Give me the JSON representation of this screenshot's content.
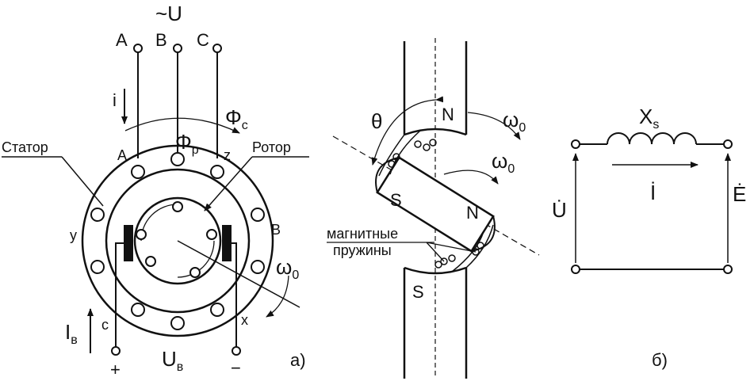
{
  "figure_a": {
    "supply_label": "~U",
    "phase_a": "A",
    "phase_b": "B",
    "phase_c": "C",
    "current_i": "i",
    "flux_p_symbol": "Φ",
    "flux_p_sub": "р",
    "flux_c_symbol": "Φ",
    "flux_c_sub": "с",
    "stator_label": "Статор",
    "rotor_label": "Ротор",
    "winding_a": "A",
    "winding_z": "z",
    "winding_y": "y",
    "winding_b": "B",
    "winding_c": "c",
    "winding_x": "x",
    "omega_symbol": "ω",
    "omega_sub": "0",
    "excitation_current_symbol": "I",
    "excitation_current_sub": "в",
    "excitation_voltage_symbol": "U",
    "excitation_voltage_sub": "в",
    "plus": "+",
    "minus": "−",
    "caption": "а)"
  },
  "figure_middle": {
    "theta": "θ",
    "n_top": "N",
    "s_bottom": "S",
    "s_rotor": "S",
    "n_rotor": "N",
    "omega1_symbol": "ω",
    "omega1_sub": "0",
    "omega2_symbol": "ω",
    "omega2_sub": "0",
    "springs_line1": "магнитные",
    "springs_line2": "пружины"
  },
  "figure_b": {
    "reactance_symbol": "X",
    "reactance_sub": "s",
    "voltage": "U̇",
    "emf": "Ė",
    "current": "İ",
    "caption": "б)"
  },
  "colors": {
    "ink": "#111111",
    "background": "#ffffff"
  }
}
